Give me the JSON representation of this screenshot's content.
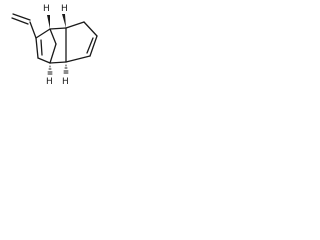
{
  "molecule": {
    "stereo_labels": [
      "H",
      "H",
      "H",
      "H"
    ],
    "line_color": "#1a1a1a",
    "background": "#ffffff"
  }
}
